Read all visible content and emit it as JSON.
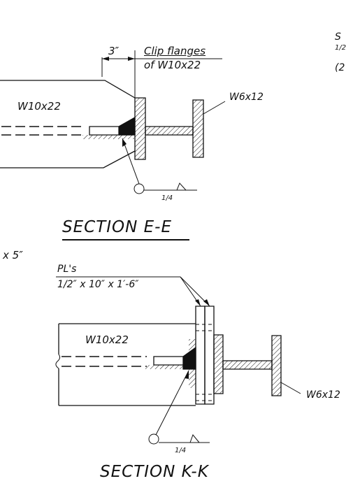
{
  "section_ee": {
    "title": "SECTION E-E",
    "dim": "3″",
    "note_line1": "Clip flanges",
    "note_line2": "of W10x22",
    "beam_label": "W10x22",
    "column_label": "W6x12",
    "weld_fraction": "1/4"
  },
  "section_kk": {
    "title": "SECTION K-K",
    "plate_note_line1": "PL's",
    "plate_note_line2": "1/2″ x 10″ x 1′-6″",
    "beam_label": "W10x22",
    "column_label": "W6x12",
    "weld_fraction": "1/4"
  },
  "edge_fragments": {
    "top_right": [
      "S",
      "1/2",
      "(2"
    ],
    "left_mid": "x 5″"
  },
  "colors": {
    "ink": "#111111",
    "paper": "#ffffff"
  }
}
